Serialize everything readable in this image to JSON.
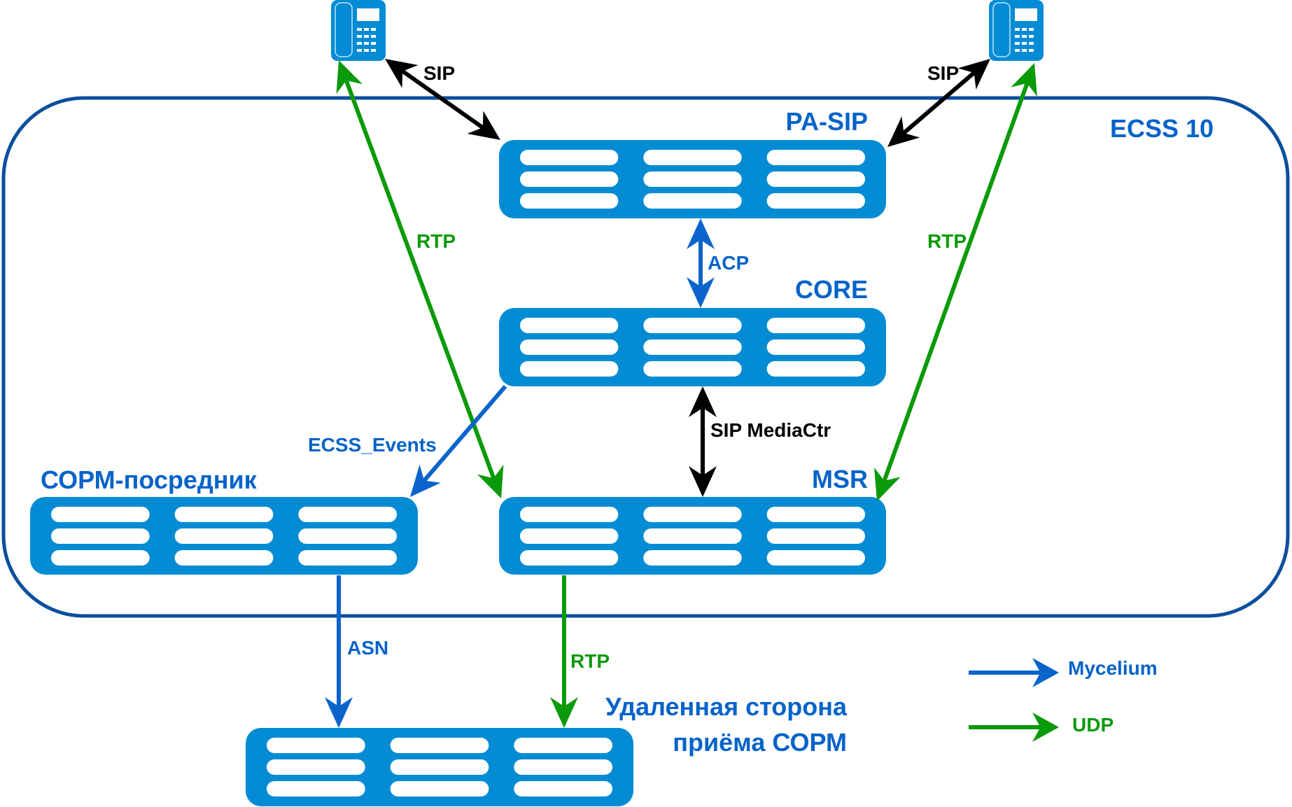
{
  "colors": {
    "frame": "#0a4f9c",
    "server": "#038cd4",
    "blue_text": "#0563c9",
    "mycelium": "#0a64cc",
    "udp": "#0a9a0a",
    "black": "#000000"
  },
  "frame": {
    "label": "ECSS 10"
  },
  "phones": [
    {
      "name": "phone-left",
      "icon": "desk-phone-icon"
    },
    {
      "name": "phone-right",
      "icon": "desk-phone-icon"
    }
  ],
  "servers": {
    "pa_sip": "PA-SIP",
    "core": "CORE",
    "msr": "MSR",
    "sorm_proxy": "СОРМ-посредник",
    "remote_line1": "Удаленная сторона",
    "remote_line2": "приёма СОРМ"
  },
  "links": {
    "sip_left": "SIP",
    "sip_right": "SIP",
    "rtp_left": "RTP",
    "rtp_right": "RTP",
    "acp": "ACP",
    "sip_mediactr": "SIP MediaCtr",
    "ecss_events": "ECSS_Events",
    "asn": "ASN",
    "rtp_bottom": "RTP"
  },
  "legend": {
    "items": [
      {
        "label": "Mycelium",
        "color_key": "mycelium"
      },
      {
        "label": "UDP",
        "color_key": "udp"
      }
    ]
  }
}
